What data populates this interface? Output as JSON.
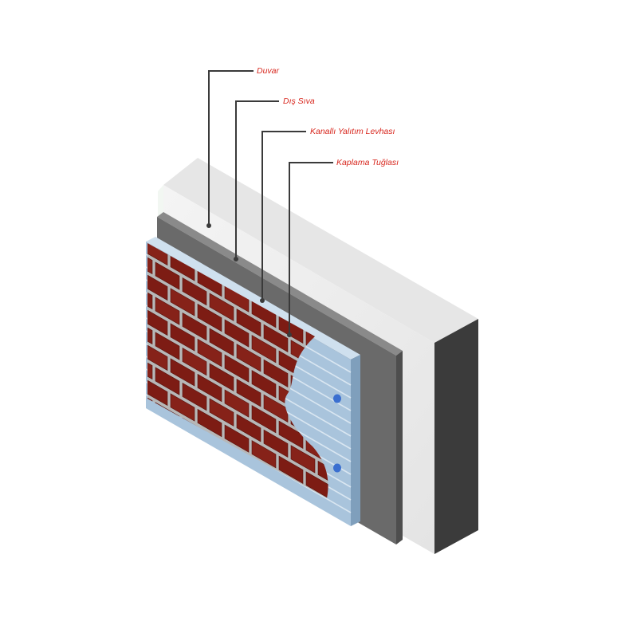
{
  "diagram": {
    "layers": [
      {
        "id": "duvar",
        "label": "Duvar"
      },
      {
        "id": "dis-siva",
        "label": "Dış Sıva"
      },
      {
        "id": "yalitim",
        "label": "Kanallı Yalıtım Levhası"
      },
      {
        "id": "tugla",
        "label": "Kaplama Tuğlası"
      }
    ],
    "colors": {
      "label_text": "#d8281f",
      "wall_top": "#e9e9e9",
      "wall_front": "#f1f1f1",
      "wall_side": "#3b3b3b",
      "plaster": "#6a6a6a",
      "insulation": "#a9c4dc",
      "brick": "#7d1c14",
      "mortar": "#b8b8b8",
      "fastener": "#3a6fd0"
    }
  }
}
